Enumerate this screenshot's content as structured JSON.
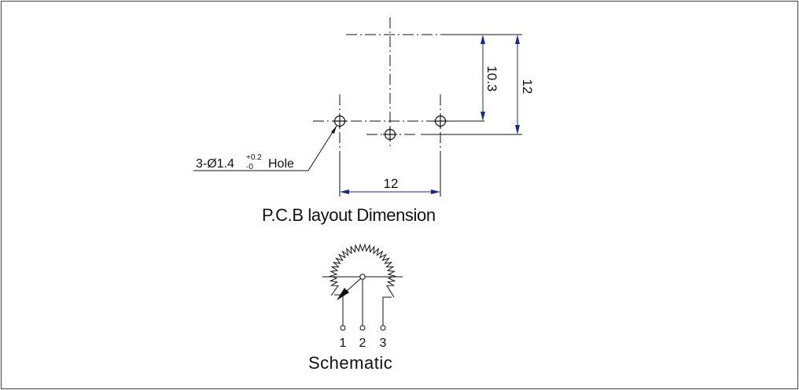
{
  "pcb_layout": {
    "title": "P.C.B layout Dimension",
    "dim_horizontal": "12",
    "dim_vertical_inner": "10.3",
    "dim_vertical_outer": "12",
    "hole_callout": {
      "prefix": "3-Ø1.4",
      "tol_upper": "+0.2",
      "tol_lower": "-0",
      "suffix": "Hole"
    }
  },
  "schematic": {
    "title": "Schematic",
    "pins": [
      "1",
      "2",
      "3"
    ]
  },
  "colors": {
    "line": "#111111",
    "dimension_arrow": "#1a2a8a",
    "frame": "#555555"
  }
}
